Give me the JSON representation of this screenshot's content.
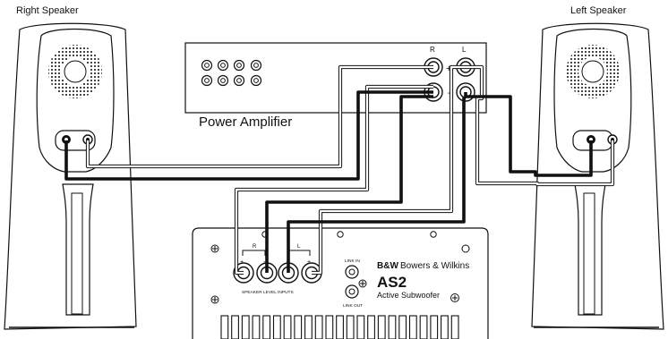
{
  "labels": {
    "right_speaker": "Right Speaker",
    "left_speaker": "Left Speaker",
    "power_amplifier": "Power Amplifier",
    "amp_channel_r": "R",
    "amp_channel_l": "L",
    "amp_plus": "+",
    "amp_minus": "-",
    "brand_logo": "B&W",
    "brand_name": "Bowers & Wilkins",
    "model": "AS2",
    "model_subtitle": "Active Subwoofer",
    "speaker_level_inputs": "SPEAKER LEVEL INPUTS",
    "sub_r": "R",
    "sub_l": "L",
    "sub_plus_r": "+",
    "sub_minus_r": "-",
    "sub_minus_l": "-",
    "sub_plus_l": "+",
    "link_in": "LINK IN",
    "link_out": "LINK OUT"
  },
  "colors": {
    "line": "#111111",
    "background": "#ffffff"
  }
}
